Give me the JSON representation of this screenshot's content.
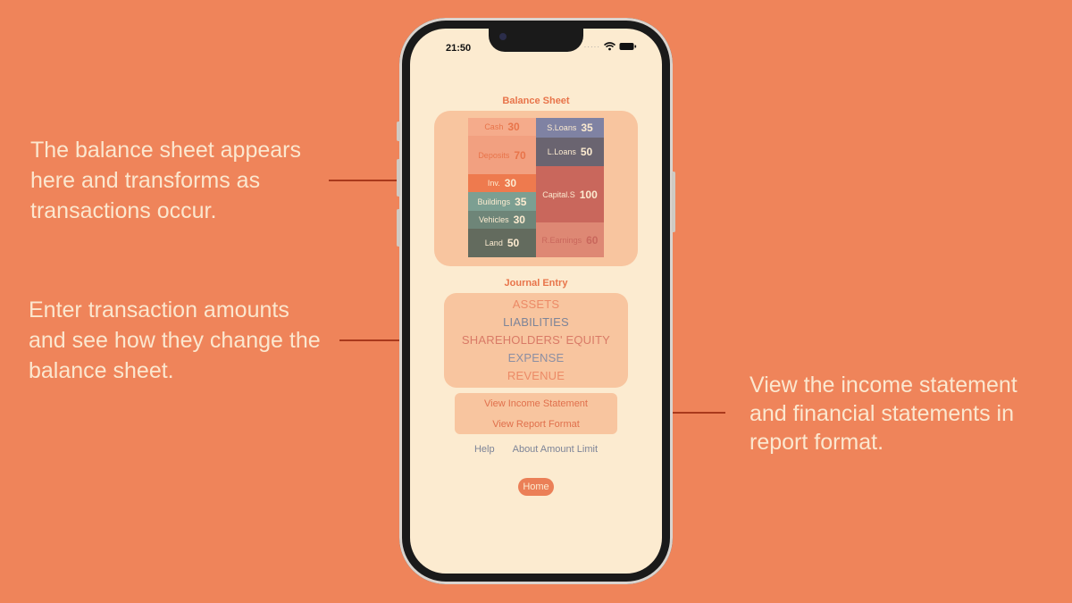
{
  "callouts": {
    "balance": "The balance sheet appears\nhere and transforms as\ntransactions occur.",
    "journal": "Enter transaction amounts\nand see how they change the\nbalance sheet.",
    "income": "View the income statement\nand financial statements in\nreport format."
  },
  "status": {
    "time": "21:50"
  },
  "balance_sheet": {
    "title": "Balance Sheet",
    "assets": [
      {
        "label": "Cash",
        "value": "30",
        "bg": "#F5AB8B",
        "color": "#E8744A"
      },
      {
        "label": "Deposits",
        "value": "70",
        "bg": "#F2A080",
        "color": "#E8744A"
      },
      {
        "label": "Inv.",
        "value": "30",
        "bg": "#EE7A4E",
        "color": "#FCEBD0"
      },
      {
        "label": "Buildings",
        "value": "35",
        "bg": "#7C9F92",
        "color": "#FCEBD0"
      },
      {
        "label": "Vehicles",
        "value": "30",
        "bg": "#6E8578",
        "color": "#FCEBD0"
      },
      {
        "label": "Land",
        "value": "50",
        "bg": "#636B5E",
        "color": "#FCEBD0"
      }
    ],
    "liabilities_equity": [
      {
        "label": "S.Loans",
        "value": "35",
        "bg": "#7F82A3",
        "color": "#FCEBD0"
      },
      {
        "label": "L.Loans",
        "value": "50",
        "bg": "#6A6470",
        "color": "#FCEBD0"
      },
      {
        "label": "Capital.S",
        "value": "100",
        "bg": "#C9675C",
        "color": "#FCEBD0"
      },
      {
        "label": "R.Earnings",
        "value": "60",
        "bg": "#DE8874",
        "color": "#C9675C"
      }
    ]
  },
  "journal": {
    "title": "Journal Entry",
    "items": [
      {
        "label": "ASSETS",
        "color": "#EC8A66"
      },
      {
        "label": "LIABILITIES",
        "color": "#7D8498"
      },
      {
        "label": "SHAREHOLDERS' EQUITY",
        "color": "#D97A66"
      },
      {
        "label": "EXPENSE",
        "color": "#8C8FA3"
      },
      {
        "label": "REVENUE",
        "color": "#EC8A66"
      }
    ]
  },
  "views": {
    "income": "View Income Statement",
    "report": "View Report Format"
  },
  "links": {
    "help": "Help",
    "about": "About Amount Limit"
  },
  "home": "Home"
}
